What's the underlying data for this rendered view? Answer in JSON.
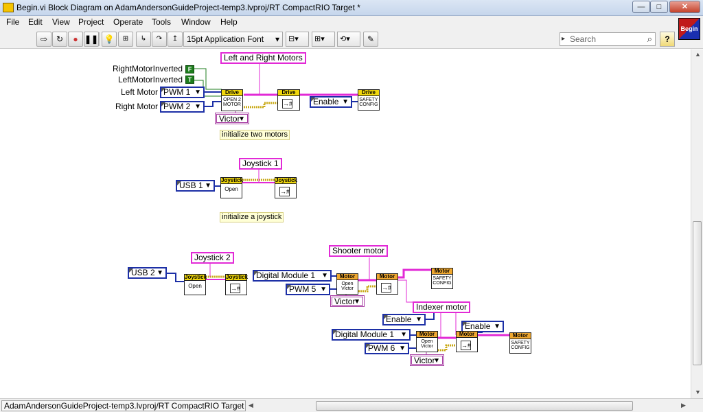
{
  "window": {
    "title": "Begin.vi Block Diagram on AdamAndersonGuideProject-temp3.lvproj/RT CompactRIO Target *",
    "minimize": "—",
    "maximize": "□",
    "close": "✕"
  },
  "menu": [
    "File",
    "Edit",
    "View",
    "Project",
    "Operate",
    "Tools",
    "Window",
    "Help"
  ],
  "toolbar": {
    "font_select": "15pt Application Font",
    "search_placeholder": "Search",
    "help": "?",
    "vi_icon_label": "Begin"
  },
  "diagram": {
    "drive": {
      "caption": "Left and Right Motors",
      "right_inverted_label": "RightMotorInverted",
      "right_inverted_value": "F",
      "left_inverted_label": "LeftMotorInverted",
      "left_inverted_value": "T",
      "left_motor_label": "Left Motor",
      "left_motor_value": "PWM 1",
      "right_motor_label": "Right Motor",
      "right_motor_value": "PWM 2",
      "victor": "Victor",
      "open_vi_title": "Drive",
      "open_vi_text": "OPEN 2 MOTOR",
      "ref_vi_title": "Drive",
      "enable": "Enable",
      "safety_vi_title": "Drive",
      "safety_vi_text": "SAFETY CONFIG",
      "comment": "initialize two motors"
    },
    "joystick1": {
      "caption": "Joystick 1",
      "usb": "USB 1",
      "open_vi_title": "Joystick",
      "open_vi_text": "Open",
      "ref_vi_title": "Joystick",
      "comment": "initialize a joystick"
    },
    "joystick2": {
      "caption": "Joystick 2",
      "usb": "USB 2",
      "open_vi_title": "Joystick",
      "open_vi_text": "Open",
      "ref_vi_title": "Joystick"
    },
    "shooter": {
      "caption": "Shooter motor",
      "module": "Digital Module 1",
      "pwm": "PWM 5",
      "victor": "Victor",
      "open_vi_title": "Motor",
      "open_vi_text": "Open Victor",
      "ref_vi_title": "Motor",
      "safety_vi_title": "Motor",
      "safety_vi_text": "SAFETY CONFIG"
    },
    "indexer": {
      "caption": "Indexer motor",
      "enable_a": "Enable",
      "enable_b": "Enable",
      "module": "Digital Module 1",
      "pwm": "PWM 6",
      "victor": "Victor",
      "open_vi_title": "Motor",
      "open_vi_text": "Open Victor",
      "ref_vi_title": "Motor",
      "safety_vi_title": "Motor",
      "safety_vi_text": "SAFETY CONFIG"
    }
  },
  "status": {
    "path": "AdamAndersonGuideProject-temp3.lvproj/RT CompactRIO Target"
  },
  "colors": {
    "pink_wire": "#e22ad6",
    "blue_constant": "#1c2fa6",
    "vi_header": "#f1d80c",
    "bool_green": "#1d7d1d"
  }
}
